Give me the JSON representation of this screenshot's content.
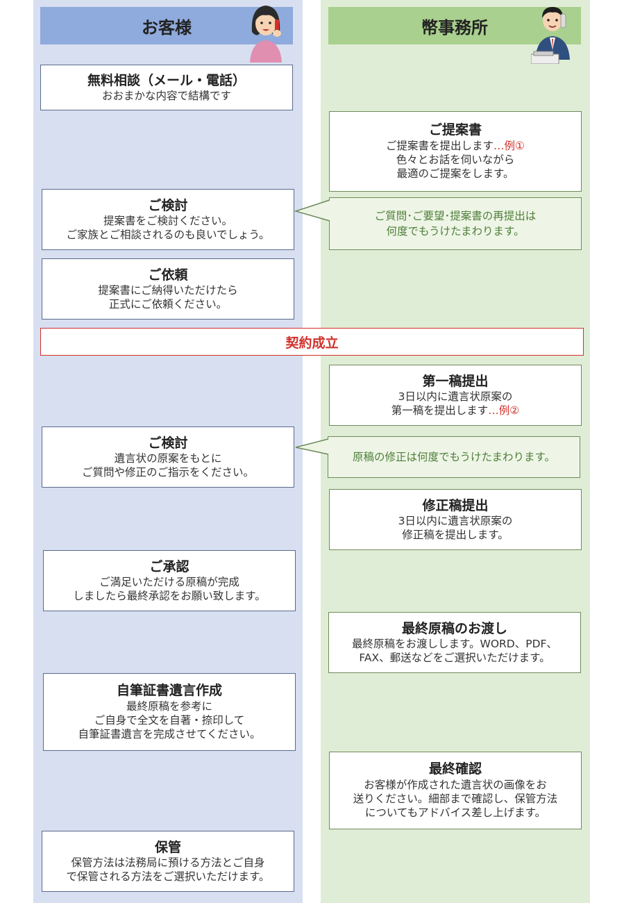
{
  "headers": {
    "customer": "お客様",
    "office": "幣事務所"
  },
  "contract_label": "契約成立",
  "customer_steps": [
    {
      "title": "無料相談（メール・電話）",
      "lines": [
        "おおまかな内容で結構です"
      ]
    },
    {
      "title": "ご検討",
      "lines": [
        "提案書をご検討ください。",
        "ご家族とご相談されるのも良いでしょう。"
      ]
    },
    {
      "title": "ご依頼",
      "lines": [
        "提案書にご納得いただけたら",
        "正式にご依頼ください。"
      ]
    },
    {
      "title": "ご検討",
      "lines": [
        "遺言状の原案をもとに",
        "ご質問や修正のご指示をください。"
      ]
    },
    {
      "title": "ご承認",
      "lines": [
        "ご満足いただける原稿が完成",
        "しましたら最終承認をお願い致します。"
      ]
    },
    {
      "title": "自筆証書遺言作成",
      "lines": [
        "最終原稿を参考に",
        "ご自身で全文を自著・捺印して",
        "自筆証書遺言を完成させてください。"
      ]
    },
    {
      "title": "保管",
      "lines": [
        "保管方法は法務局に預ける方法とご自身",
        "で保管される方法をご選択いただけます。"
      ]
    }
  ],
  "office_steps": [
    {
      "title": "ご提案書",
      "line1_text": "ご提案書を提出します",
      "line1_example": "…例①",
      "lines": [
        "色々とお話を伺いながら",
        "最適のご提案をします。"
      ]
    },
    {
      "title": "第一稿提出",
      "line1_text": "3日以内に遺言状原案の",
      "line2_text": "第一稿を提出します",
      "line2_example": "…例②"
    },
    {
      "title": "修正稿提出",
      "lines": [
        "3日以内に遺言状原案の",
        "修正稿を提出します。"
      ]
    },
    {
      "title": "最終原稿のお渡し",
      "lines": [
        "最終原稿をお渡しします。WORD、PDF、",
        "FAX、郵送などをご選択いただけます。"
      ]
    },
    {
      "title": "最終確認",
      "lines": [
        "お客様が作成された遺言状の画像をお",
        "送りください。細部まで確認し、保管方法",
        "についてもアドバイス差し上げます。"
      ]
    }
  ],
  "office_notes": [
    {
      "lines": [
        "ご質問･ご要望･提案書の再提出は",
        "何度でもうけたまわります。"
      ]
    },
    {
      "lines": [
        "原稿の修正は何度でもうけたまわります。"
      ]
    }
  ],
  "colors": {
    "customer_lane": "#d7dff1",
    "customer_header": "#8faadc",
    "office_lane": "#e0edd6",
    "office_header": "#a9d08e",
    "note_text": "#4f7f3a",
    "accent_red": "#d0302a"
  },
  "illustrations": [
    "woman-on-phone-icon",
    "man-on-phone-at-desk-icon"
  ]
}
